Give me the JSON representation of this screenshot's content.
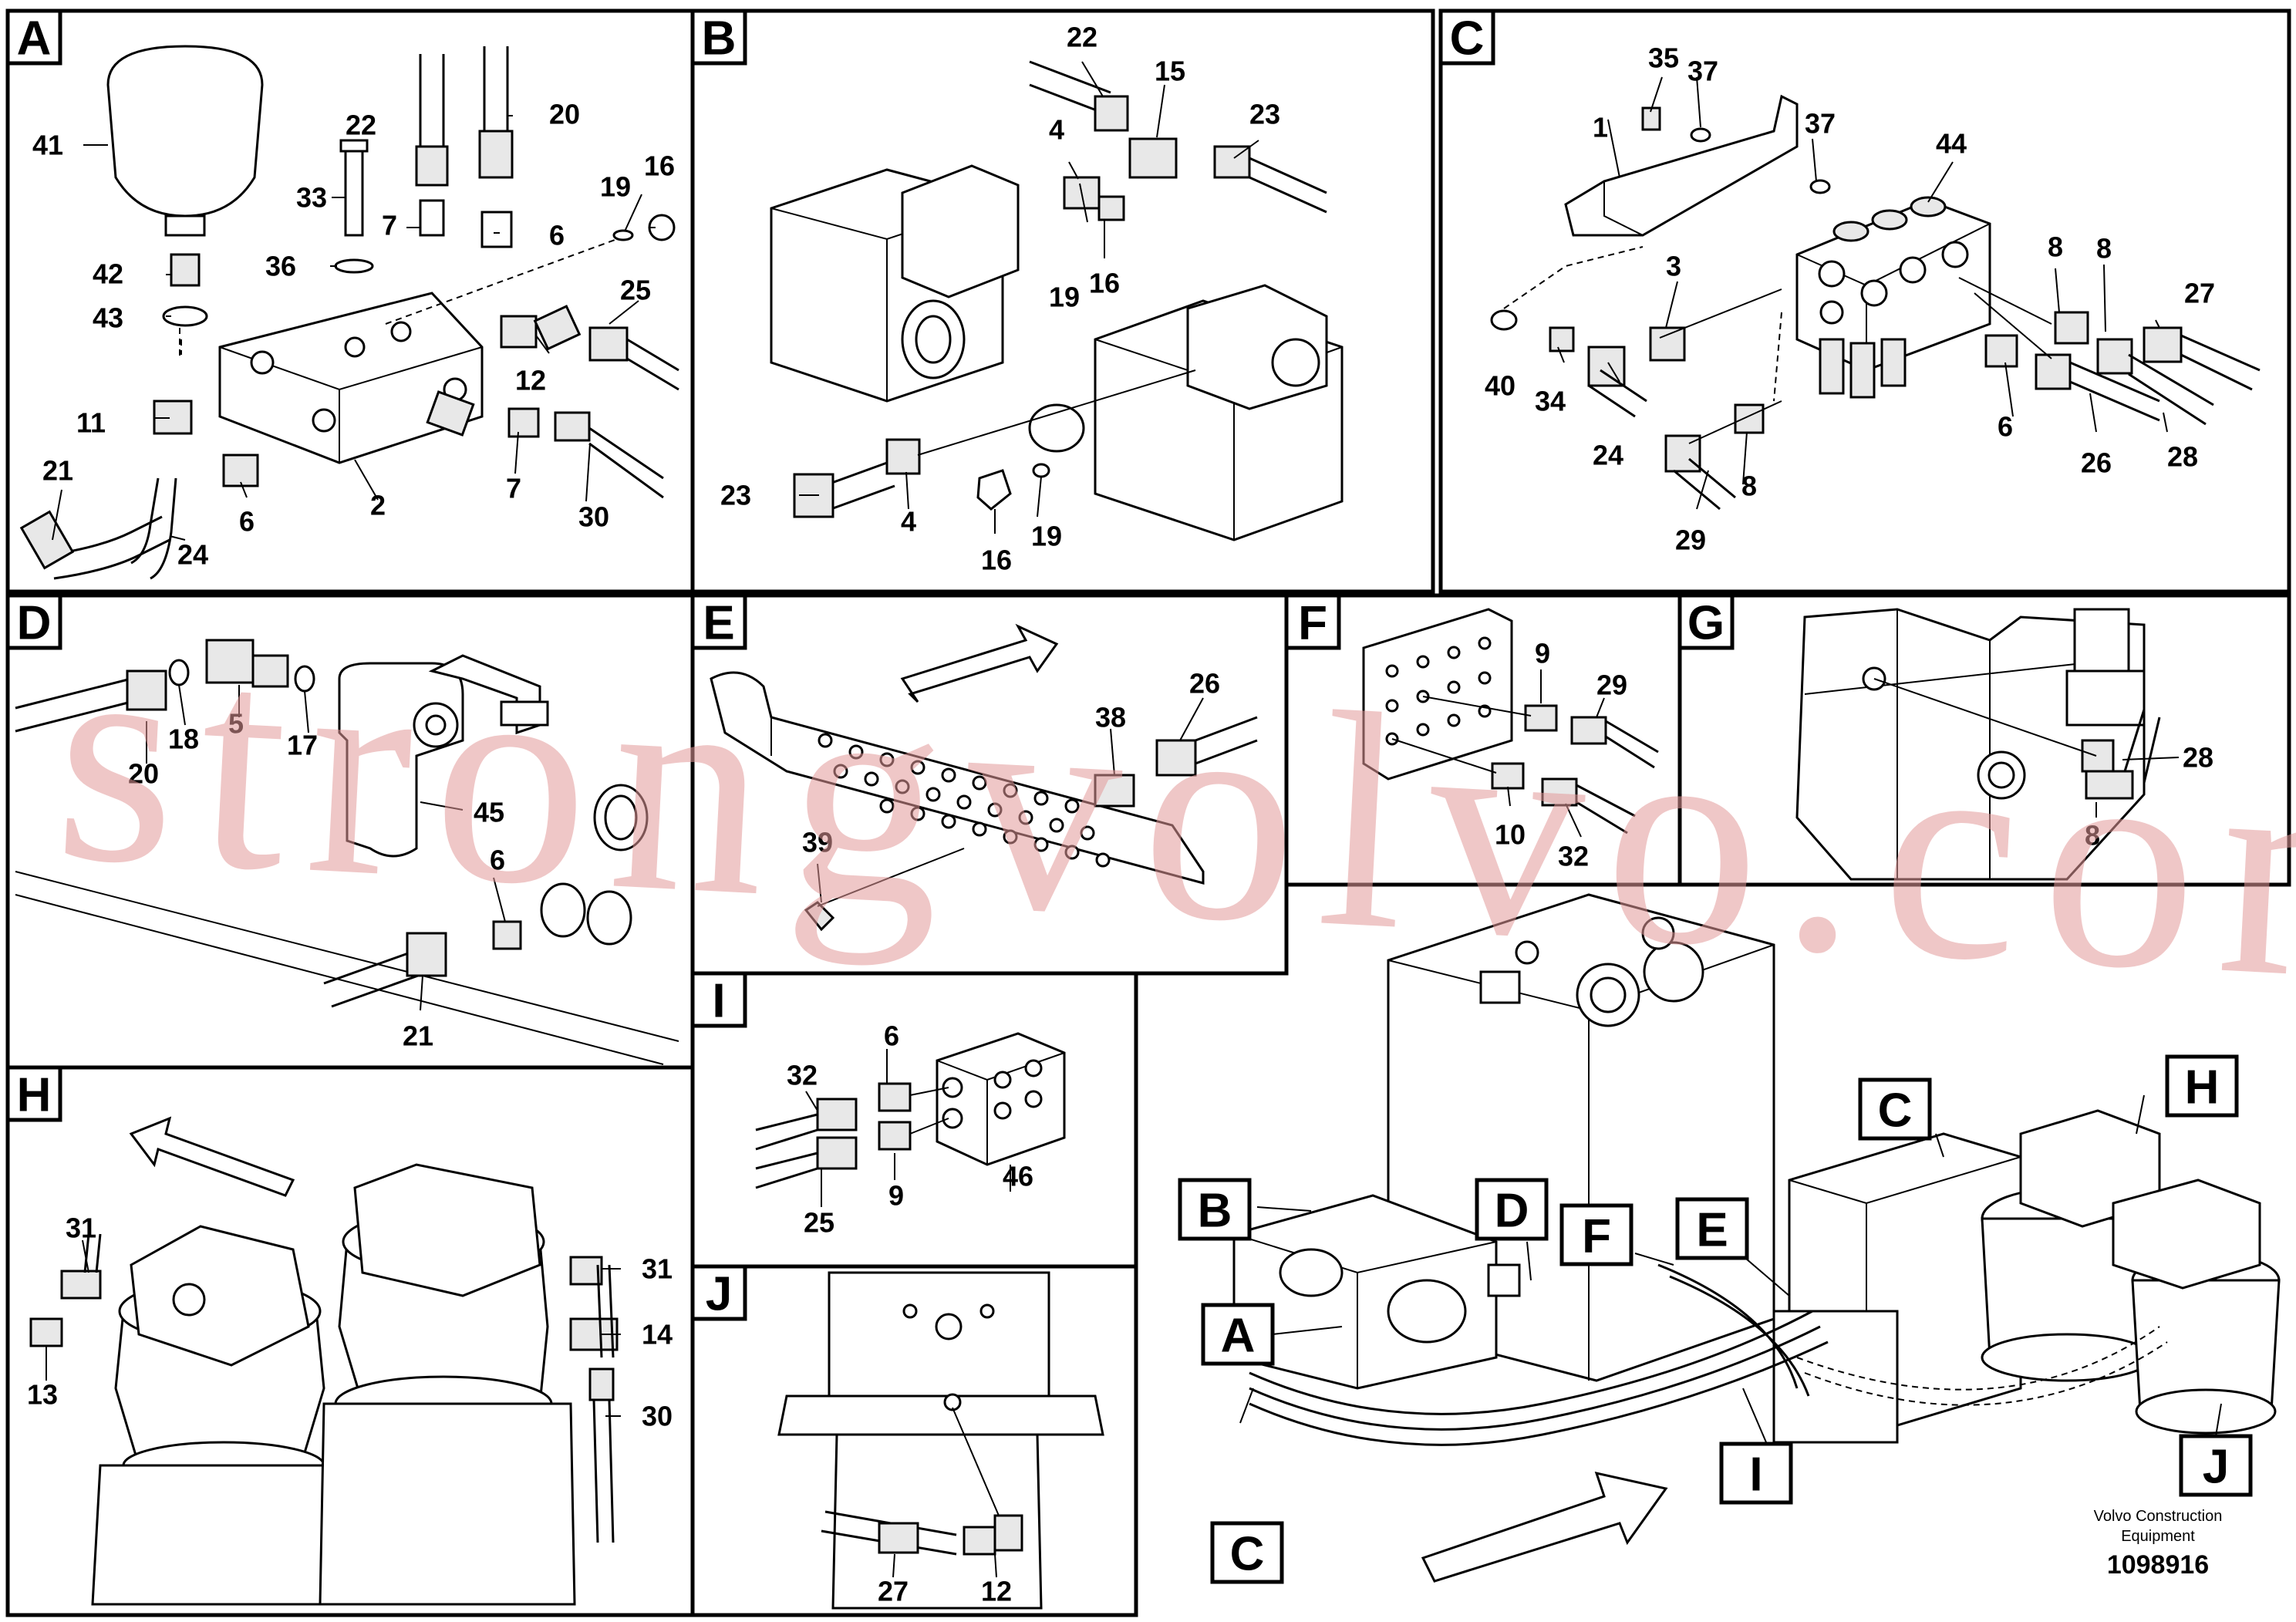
{
  "panels": {
    "A": {
      "label": "A",
      "callouts": [
        "41",
        "33",
        "22",
        "20",
        "16",
        "19",
        "7",
        "6",
        "36",
        "42",
        "43",
        "25",
        "12",
        "11",
        "2",
        "7",
        "30",
        "21",
        "6",
        "24"
      ]
    },
    "B": {
      "label": "B",
      "callouts": [
        "22",
        "15",
        "23",
        "4",
        "19",
        "16",
        "23",
        "4",
        "16",
        "19"
      ]
    },
    "C": {
      "label": "C",
      "callouts": [
        "35",
        "37",
        "1",
        "37",
        "44",
        "3",
        "8",
        "8",
        "27",
        "40",
        "34",
        "24",
        "6",
        "26",
        "28",
        "8",
        "29"
      ]
    },
    "D": {
      "label": "D",
      "callouts": [
        "20",
        "18",
        "5",
        "17",
        "45",
        "6",
        "21"
      ]
    },
    "E": {
      "label": "E",
      "callouts": [
        "26",
        "38",
        "39"
      ]
    },
    "F": {
      "label": "F",
      "callouts": [
        "9",
        "29",
        "10",
        "32"
      ]
    },
    "G": {
      "label": "G",
      "callouts": [
        "28",
        "8"
      ]
    },
    "H": {
      "label": "H",
      "callouts": [
        "31",
        "13",
        "31",
        "14",
        "30"
      ]
    },
    "I": {
      "label": "I",
      "callouts": [
        "32",
        "6",
        "25",
        "9",
        "46"
      ]
    },
    "J": {
      "label": "J",
      "callouts": [
        "27",
        "12"
      ]
    }
  },
  "overview_tags": {
    "A": "A",
    "B": "B",
    "C": "C",
    "D": "D",
    "E": "E",
    "F": "F",
    "C2": "C",
    "H": "H",
    "I": "I",
    "J": "J"
  },
  "watermark": "strongvolvo.com",
  "footer": {
    "company_line1": "Volvo Construction",
    "company_line2": "Equipment",
    "drawing_number": "1098916"
  }
}
